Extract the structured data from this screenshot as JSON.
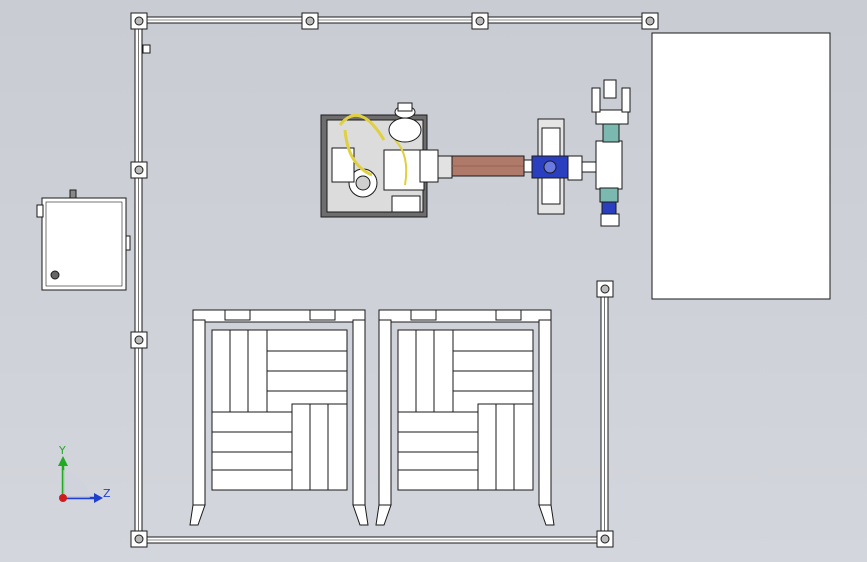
{
  "viewport": {
    "background_top": "#c9ccd3",
    "background_bottom": "#d3d6dc"
  },
  "triad": {
    "y_label": "Y",
    "z_label": "Z",
    "y_color": "#22aa22",
    "z_color": "#1f3fd0",
    "x_color": "#d01c1c"
  },
  "colors": {
    "line": "#1a1a1a",
    "robot_arm": "#b07a6a",
    "wrist_blue": "#2a3fc0",
    "gripper_green": "#7ab8b0",
    "cable_yellow": "#e0d040"
  },
  "objects": {
    "fence": "fence-frame",
    "robot": "robot-arm",
    "control_cabinet": "control-cabinet",
    "conveyor_table": "table-panel",
    "pallet_left": "pallet-rack-left",
    "pallet_right": "pallet-rack-right"
  }
}
